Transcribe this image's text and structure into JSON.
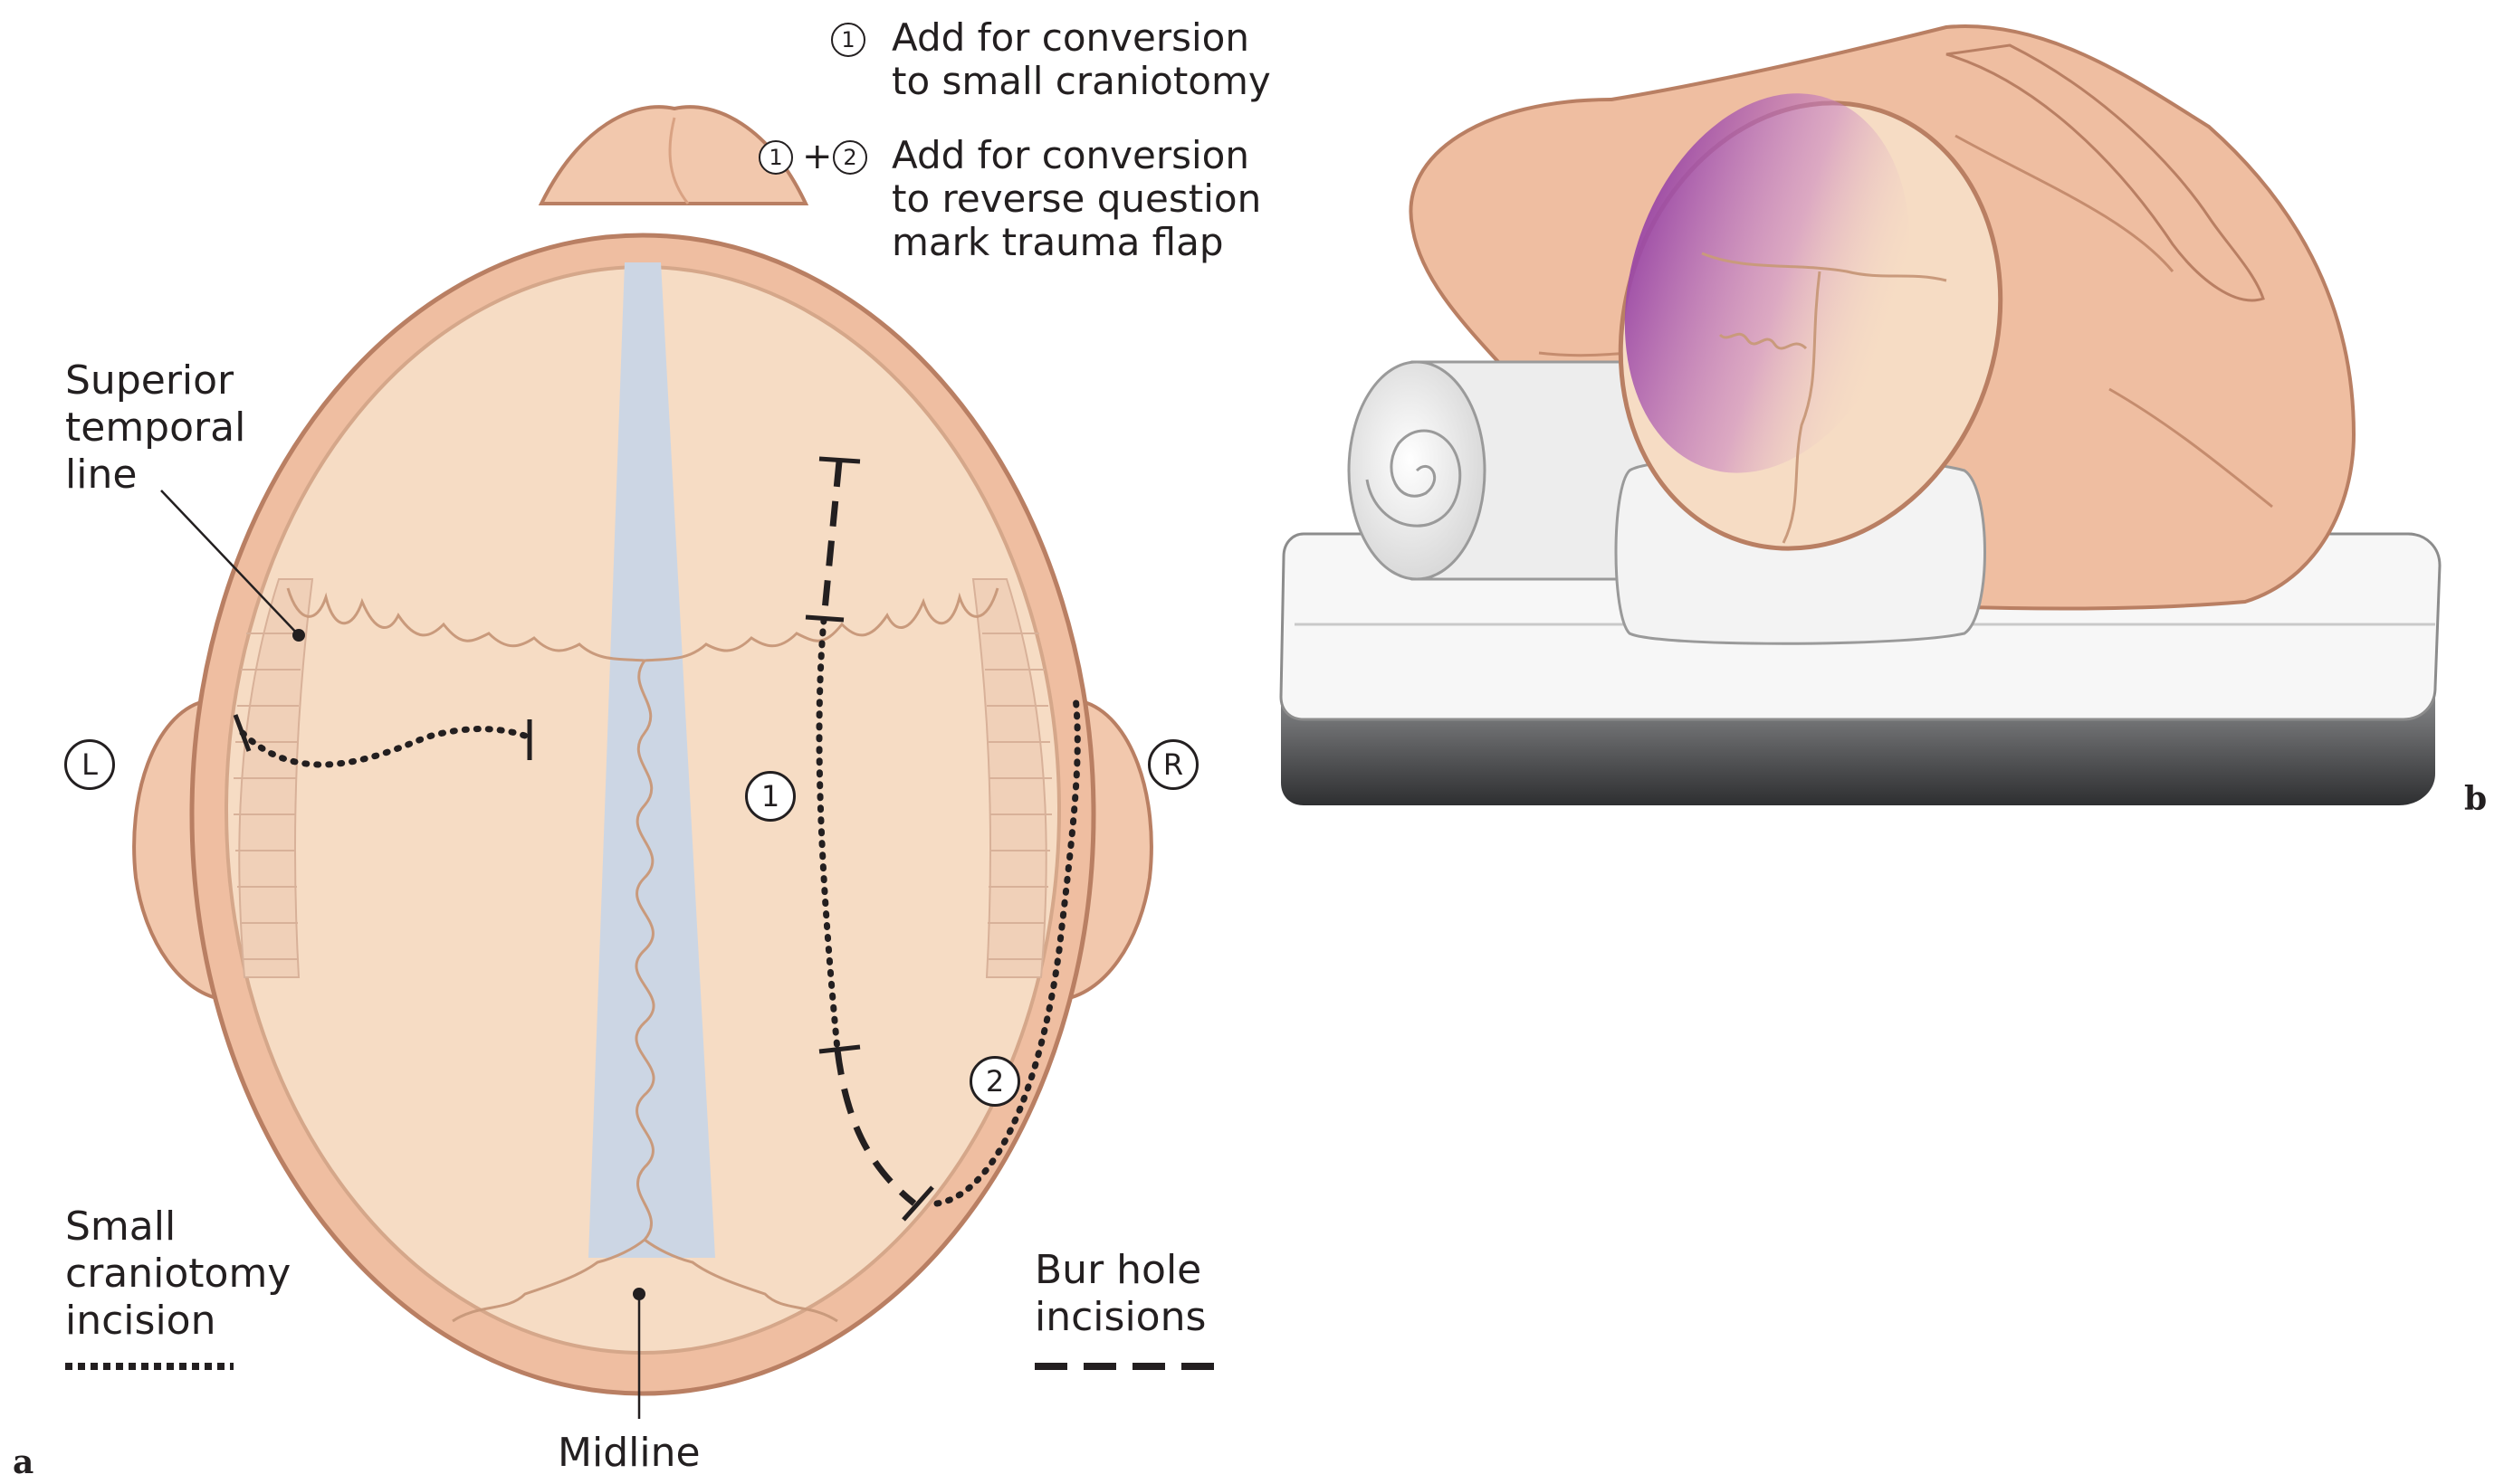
{
  "legend": {
    "line1": {
      "marker": "1",
      "text_a": "Add for conversion",
      "text_b": "to small craniotomy"
    },
    "line2": {
      "marker_a": "1",
      "plus": "+",
      "marker_b": "2",
      "text_a": "Add for conversion",
      "text_b": "to reverse question",
      "text_c": "mark trauma flap"
    }
  },
  "labels": {
    "superior_temporal_line": [
      "Superior",
      "temporal",
      "line"
    ],
    "left": "L",
    "right": "R",
    "marker_1": "1",
    "marker_2": "2",
    "small_craniotomy_incision": [
      "Small",
      "craniotomy",
      "incision"
    ],
    "bur_hole_incisions": [
      "Bur hole",
      "incisions"
    ],
    "midline": "Midline"
  },
  "panels": {
    "a": "a",
    "b": "b"
  },
  "colors": {
    "skin": "#f2c8ad",
    "skin_shadow": "#e3a98a",
    "skull": "#f6dcc4",
    "midline_band": "#ccd6e4",
    "suture": "#c99a7c",
    "outline": "#b97f63",
    "ink": "#231f20",
    "bruise": "#a04fa8",
    "towel": "#f3f3f3",
    "table_side": "#3f4042"
  }
}
